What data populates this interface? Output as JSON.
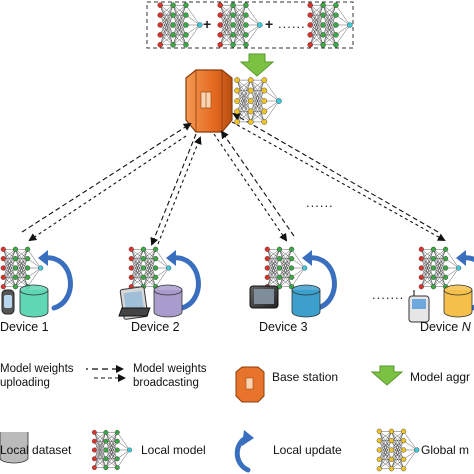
{
  "top_operators": {
    "plus1": "+",
    "plus2": "+",
    "ellipsis": "......"
  },
  "middle_ellipsis": "......",
  "device_ellipsis": ".......",
  "devices": [
    {
      "name": "Device 1",
      "cylinder_color": "#5fd6b4"
    },
    {
      "name": "Device 2",
      "cylinder_color": "#a99ccc"
    },
    {
      "name": "Device 3",
      "cylinder_color": "#3d9fcc"
    },
    {
      "name": "Device ",
      "name_suffix": "N",
      "cylinder_color": "#f4c04a"
    }
  ],
  "legend": {
    "upload_line1": "Model weights",
    "upload_line2": "uploading",
    "broadcast_line1": "Model weights",
    "broadcast_line2": "broadcasting",
    "base_station": "Base station",
    "model_aggregation": "Model aggr",
    "local_dataset": "Local dataset",
    "local_model": "Local model",
    "local_update": "Local update",
    "global_model": "Global m"
  },
  "colors": {
    "base_station": "#e8742c",
    "aggregation_arrow": "#7cc242",
    "local_update_arrow": "#3a6fc0",
    "node_red": "#d9342b",
    "node_green": "#3aa844",
    "node_cyan": "#3cc8d8",
    "node_yellow": "#f0c428"
  },
  "icons": [
    "base-station-icon",
    "aggregation-arrow-icon",
    "local-model-icon",
    "global-model-icon",
    "local-update-icon",
    "dataset-cylinder-icon",
    "smartwatch-icon",
    "tablet-icon",
    "desktop-computer-icon",
    "mobile-phone-icon"
  ]
}
